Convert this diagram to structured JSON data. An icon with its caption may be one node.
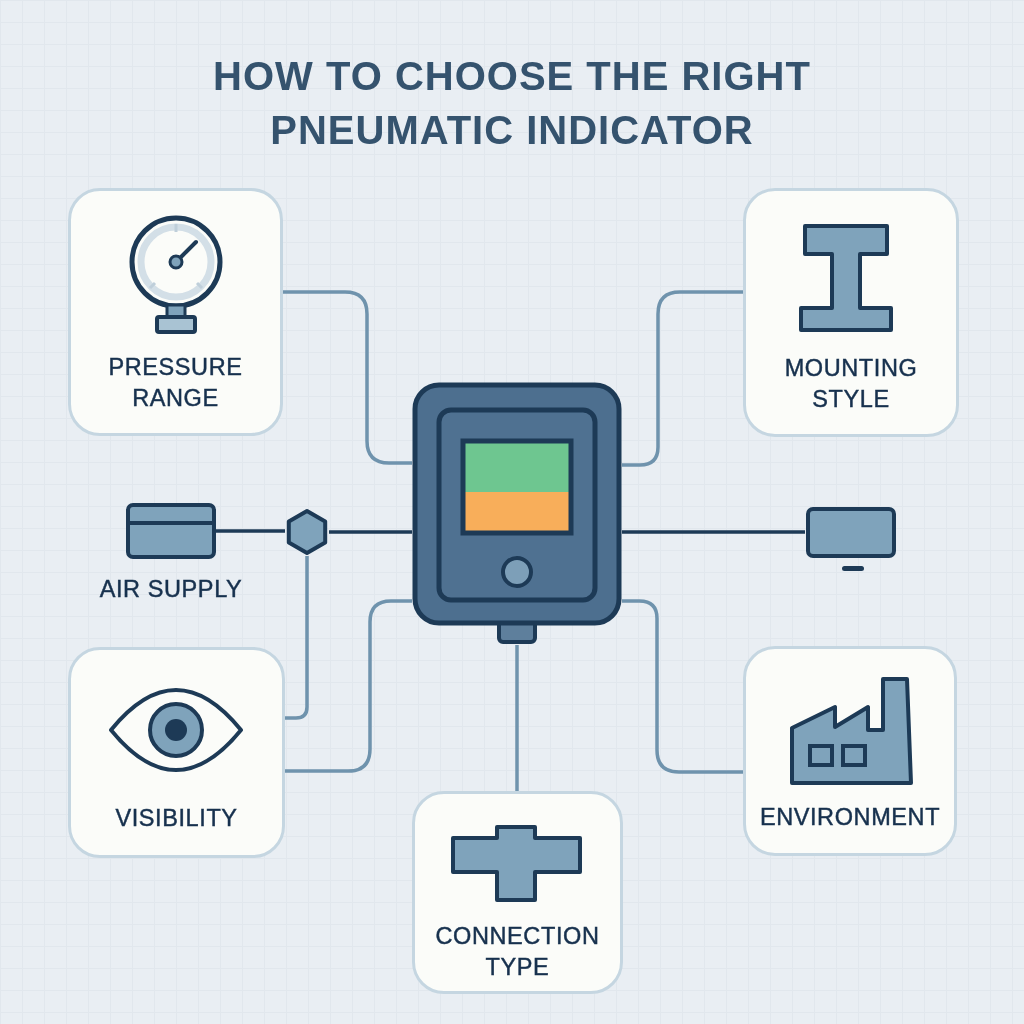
{
  "diagram": {
    "title": "HOW TO CHOOSE THE RIGHT PNEUMATIC INDICATOR",
    "nodes": [
      {
        "text": [
          "PRESSURE RANGE"
        ]
      },
      {
        "text": [
          "MOUNTING STYLE"
        ]
      },
      {
        "text": [
          "AIR SUPPLY"
        ]
      },
      {
        "text": [],
        "shape": "hexagon"
      },
      {
        "text": [],
        "shape": "picture"
      },
      {
        "text": [],
        "shape": "box"
      },
      {
        "text": [
          "VISIBILITY"
        ]
      },
      {
        "text": [
          "CONNECTION TYPE"
        ]
      },
      {
        "text": [
          "ENVIRONMENT"
        ]
      }
    ],
    "edges": [
      {
        "from": 0,
        "to": 4,
        "arrow": "none"
      },
      {
        "from": 1,
        "to": 4,
        "arrow": "none"
      },
      {
        "from": 2,
        "to": 3,
        "arrow": "none",
        "color": "#1d3a56"
      },
      {
        "from": 3,
        "to": 4,
        "arrow": "none",
        "color": "#1d3a56"
      },
      {
        "from": 4,
        "to": 5,
        "arrow": "none",
        "color": "#1d3a56"
      },
      {
        "from": 3,
        "to": 6,
        "arrow": "none"
      },
      {
        "from": 4,
        "to": 6,
        "arrow": "none"
      },
      {
        "from": 4,
        "to": 7,
        "arrow": "none"
      },
      {
        "from": 4,
        "to": 8,
        "arrow": "none"
      }
    ]
  }
}
